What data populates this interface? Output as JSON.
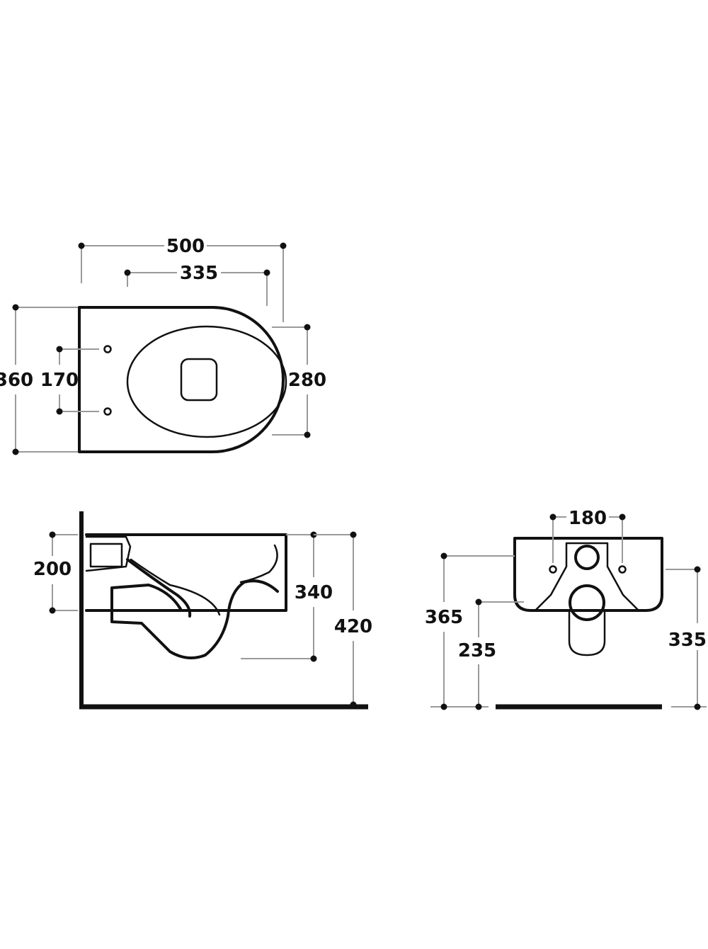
{
  "colors": {
    "line": "#111111",
    "dimension": "#9a9a9a",
    "background": "#ffffff"
  },
  "top_view": {
    "dims": {
      "length": "500",
      "fixing_span": "335",
      "width": "360",
      "bolt_spacing": "170",
      "rim_width": "280"
    }
  },
  "side_view": {
    "dims": {
      "inlet_height": "200",
      "bowl_height": "340",
      "rim_height": "420"
    }
  },
  "front_view": {
    "dims": {
      "bolt_spacing": "180",
      "total_height": "365",
      "outlet_height": "235",
      "right_height": "335"
    }
  }
}
